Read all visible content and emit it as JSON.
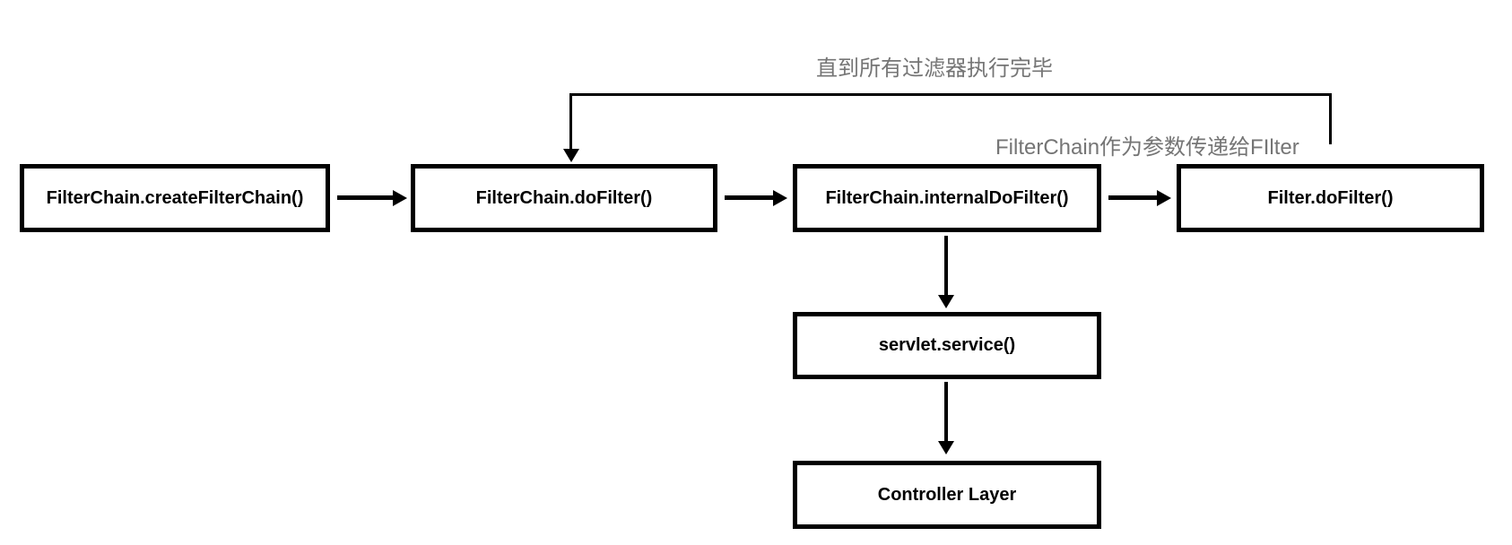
{
  "diagram": {
    "colors": {
      "background": "#ffffff",
      "box_border": "#000000",
      "box_text": "#000000",
      "arrow": "#000000",
      "annotation_text": "#757575"
    },
    "annotations": {
      "loop_label": "直到所有过滤器执行完毕",
      "param_label": "FilterChain作为参数传递给FIlter"
    },
    "nodes": [
      {
        "id": "create-filter-chain",
        "label": "FilterChain.createFilterChain()"
      },
      {
        "id": "do-filter",
        "label": "FilterChain.doFilter()"
      },
      {
        "id": "internal-do-filter",
        "label": "FilterChain.internalDoFilter()"
      },
      {
        "id": "filter-do-filter",
        "label": "Filter.doFilter()"
      },
      {
        "id": "servlet-service",
        "label": "servlet.service()"
      },
      {
        "id": "controller-layer",
        "label": "Controller Layer"
      }
    ],
    "edges": [
      {
        "from": "create-filter-chain",
        "to": "do-filter",
        "type": "arrow-right"
      },
      {
        "from": "do-filter",
        "to": "internal-do-filter",
        "type": "arrow-right"
      },
      {
        "from": "internal-do-filter",
        "to": "filter-do-filter",
        "type": "arrow-right",
        "annotation": "param_label"
      },
      {
        "from": "filter-do-filter",
        "to": "do-filter",
        "type": "loop-back",
        "annotation": "loop_label"
      },
      {
        "from": "internal-do-filter",
        "to": "servlet-service",
        "type": "arrow-down"
      },
      {
        "from": "servlet-service",
        "to": "controller-layer",
        "type": "arrow-down"
      }
    ]
  }
}
